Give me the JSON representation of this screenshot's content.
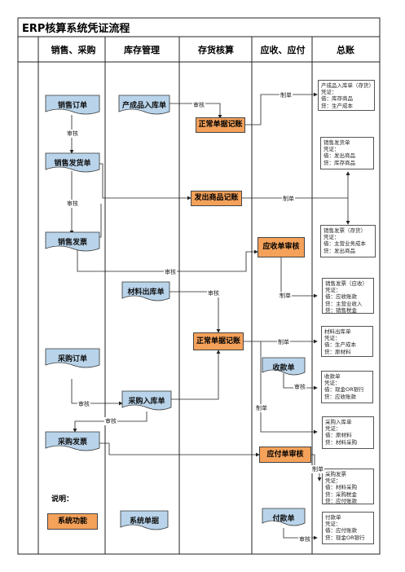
{
  "title": "ERP核算系统凭证流程",
  "columns": [
    "销售、采购",
    "库存管理",
    "存货核算",
    "应收、应付",
    "总账"
  ],
  "functions": {
    "normal_record_1": "正常单据记账",
    "ship_goods_record": "发出商品记账",
    "receivable_audit": "应收单审核",
    "normal_record_2": "正常单据记账",
    "payable_audit": "应付单审核",
    "legend_function": "系统功能"
  },
  "documents": {
    "sales_order": "销售订单",
    "sales_delivery": "销售发货单",
    "sales_invoice": "销售发票",
    "purchase_order": "采购订单",
    "purchase_invoice": "采购发票",
    "product_inbound": "产成品入库单",
    "material_outbound": "材料出库单",
    "purchase_inbound": "采购入库单",
    "receipt": "收款单",
    "payment": "付款单",
    "legend_document": "系统单据"
  },
  "ledgers": [
    "产成品入库单（存货）\n凭证：\n借：库存商品\n贷：生产成本",
    "销售发货单\n凭证：\n借：发出商品\n贷：库存商品",
    "销售发票（存货）\n凭证：\n借：主营业务成本\n贷：发出商品",
    "销售发票（应收）\n凭证：\n借：应收账款\n贷：主营业收入\n贷：销售税金",
    "材料出库单\n凭证：\n借：生产成本\n贷：原材料",
    "收款单\n凭证：\n借：现金OR银行\n贷：应收账款",
    "采购入库单\n凭证：\n借：原材料\n贷：材料采购",
    "采购发票\n凭证：\n借：材料采购\n贷：采购税金\n贷：应付账款",
    "付款单\n凭证：\n借：应付账款\n贷：现金OR银行"
  ],
  "labels": {
    "audit": "审核",
    "make_voucher": "制单"
  },
  "legend_title": "说明："
}
